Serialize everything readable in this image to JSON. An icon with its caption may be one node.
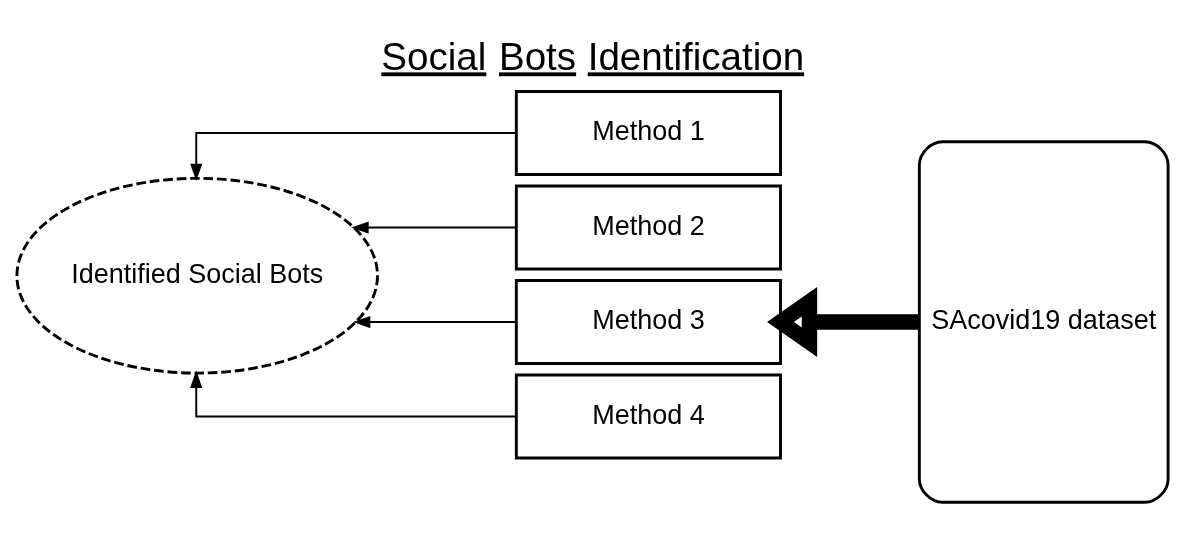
{
  "diagram": {
    "title": "Social Bots Identification",
    "nodes": [
      {
        "text": [
          "Identified Social Bots"
        ]
      },
      {
        "text": [
          "Method 1"
        ]
      },
      {
        "text": [
          "Method 2"
        ]
      },
      {
        "text": [
          "Method 3"
        ]
      },
      {
        "text": [
          "Method 4"
        ]
      },
      {
        "text": [
          "SAcovid19 dataset"
        ]
      }
    ],
    "edges": [
      {
        "from": 1,
        "to": 0,
        "arrow": "to"
      },
      {
        "from": 2,
        "to": 0,
        "arrow": "to"
      },
      {
        "from": 3,
        "to": 0,
        "arrow": "to"
      },
      {
        "from": 4,
        "to": 0,
        "arrow": "to"
      },
      {
        "from": 5,
        "to": 3,
        "arrow": "to",
        "style": "thick"
      }
    ]
  }
}
